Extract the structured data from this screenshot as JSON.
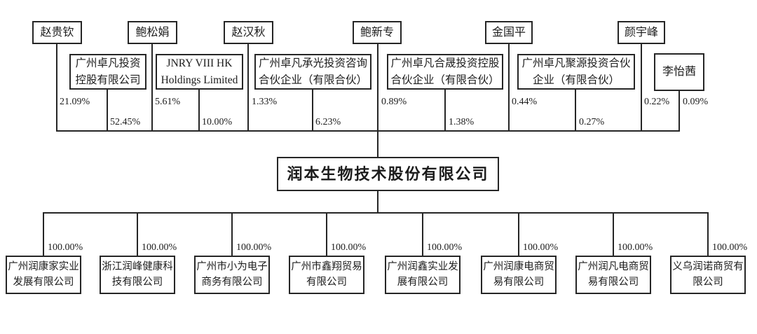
{
  "org": {
    "parent": {
      "name": "润本生物技术股份有限公司"
    },
    "persons": [
      {
        "name": "赵贵钦",
        "ownership": "21.09%"
      },
      {
        "name": "鲍松娟",
        "ownership": "5.61%"
      },
      {
        "name": "赵汉秋",
        "ownership": "1.33%"
      },
      {
        "name": "鲍新专",
        "ownership": "0.89%"
      },
      {
        "name": "金国平",
        "ownership": "0.44%"
      },
      {
        "name": "颜宇峰",
        "ownership": "0.22%"
      },
      {
        "name": "李怡茜",
        "ownership": "0.09%"
      }
    ],
    "entities": [
      {
        "name": "广州卓凡投资\n控股有限公司",
        "ownership": "52.45%"
      },
      {
        "name": "JNRY VIII HK\nHoldings Limited",
        "ownership": "10.00%"
      },
      {
        "name": "广州卓凡承光投资咨询\n合伙企业（有限合伙）",
        "ownership": "6.23%"
      },
      {
        "name": "广州卓凡合晟投资控股\n合伙企业（有限合伙）",
        "ownership": "1.38%"
      },
      {
        "name": "广州卓凡聚源投资合伙\n企业（有限合伙）",
        "ownership": "0.27%"
      }
    ],
    "subsidiaries": [
      {
        "name": "广州润康家实业\n发展有限公司",
        "ownership": "100.00%"
      },
      {
        "name": "浙江润峰健康科\n技有限公司",
        "ownership": "100.00%"
      },
      {
        "name": "广州市小为电子\n商务有限公司",
        "ownership": "100.00%"
      },
      {
        "name": "广州市鑫翔贸易\n有限公司",
        "ownership": "100.00%"
      },
      {
        "name": "广州润鑫实业发\n展有限公司",
        "ownership": "100.00%"
      },
      {
        "name": "广州润康电商贸\n易有限公司",
        "ownership": "100.00%"
      },
      {
        "name": "广州润凡电商贸\n易有限公司",
        "ownership": "100.00%"
      },
      {
        "name": "义乌润诺商贸有\n限公司",
        "ownership": "100.00%"
      }
    ]
  }
}
